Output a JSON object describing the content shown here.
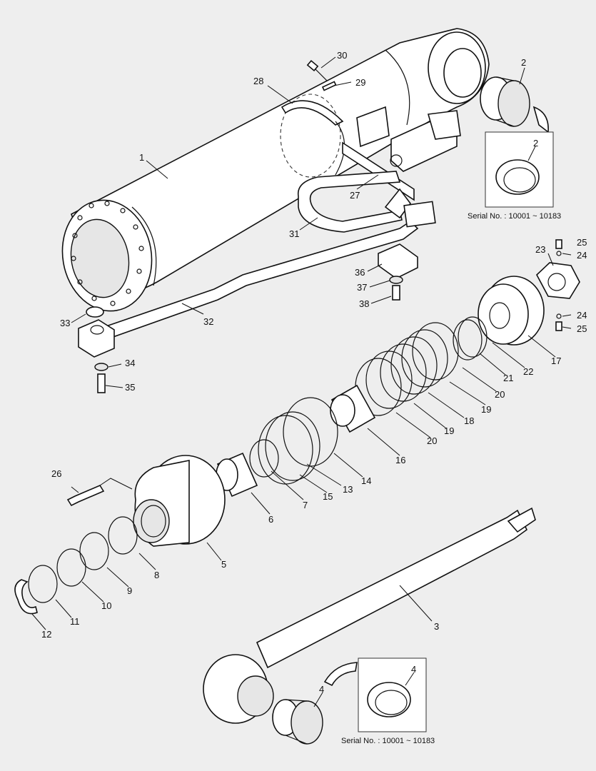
{
  "callouts": [
    {
      "id": "c1",
      "label": "1"
    },
    {
      "id": "c2a",
      "label": "2"
    },
    {
      "id": "c2b",
      "label": "2"
    },
    {
      "id": "c3",
      "label": "3"
    },
    {
      "id": "c4a",
      "label": "4"
    },
    {
      "id": "c4b",
      "label": "4"
    },
    {
      "id": "c5",
      "label": "5"
    },
    {
      "id": "c6",
      "label": "6"
    },
    {
      "id": "c7",
      "label": "7"
    },
    {
      "id": "c8",
      "label": "8"
    },
    {
      "id": "c9",
      "label": "9"
    },
    {
      "id": "c10",
      "label": "10"
    },
    {
      "id": "c11",
      "label": "11"
    },
    {
      "id": "c12",
      "label": "12"
    },
    {
      "id": "c13",
      "label": "13"
    },
    {
      "id": "c14",
      "label": "14"
    },
    {
      "id": "c15",
      "label": "15"
    },
    {
      "id": "c16",
      "label": "16"
    },
    {
      "id": "c17",
      "label": "17"
    },
    {
      "id": "c18",
      "label": "18"
    },
    {
      "id": "c19a",
      "label": "19"
    },
    {
      "id": "c19b",
      "label": "19"
    },
    {
      "id": "c20a",
      "label": "20"
    },
    {
      "id": "c20b",
      "label": "20"
    },
    {
      "id": "c21",
      "label": "21"
    },
    {
      "id": "c22",
      "label": "22"
    },
    {
      "id": "c23",
      "label": "23"
    },
    {
      "id": "c24a",
      "label": "24"
    },
    {
      "id": "c24b",
      "label": "24"
    },
    {
      "id": "c25a",
      "label": "25"
    },
    {
      "id": "c25b",
      "label": "25"
    },
    {
      "id": "c26",
      "label": "26"
    },
    {
      "id": "c27",
      "label": "27"
    },
    {
      "id": "c28",
      "label": "28"
    },
    {
      "id": "c29",
      "label": "29"
    },
    {
      "id": "c30",
      "label": "30"
    },
    {
      "id": "c31",
      "label": "31"
    },
    {
      "id": "c32",
      "label": "32"
    },
    {
      "id": "c33",
      "label": "33"
    },
    {
      "id": "c34",
      "label": "34"
    },
    {
      "id": "c35",
      "label": "35"
    },
    {
      "id": "c36",
      "label": "36"
    },
    {
      "id": "c37",
      "label": "37"
    },
    {
      "id": "c38",
      "label": "38"
    }
  ],
  "insets": {
    "top": {
      "serial": "Serial No. : 10001 ~ 10183"
    },
    "bottom": {
      "serial": "Serial No. : 10001 ~ 10183"
    }
  }
}
